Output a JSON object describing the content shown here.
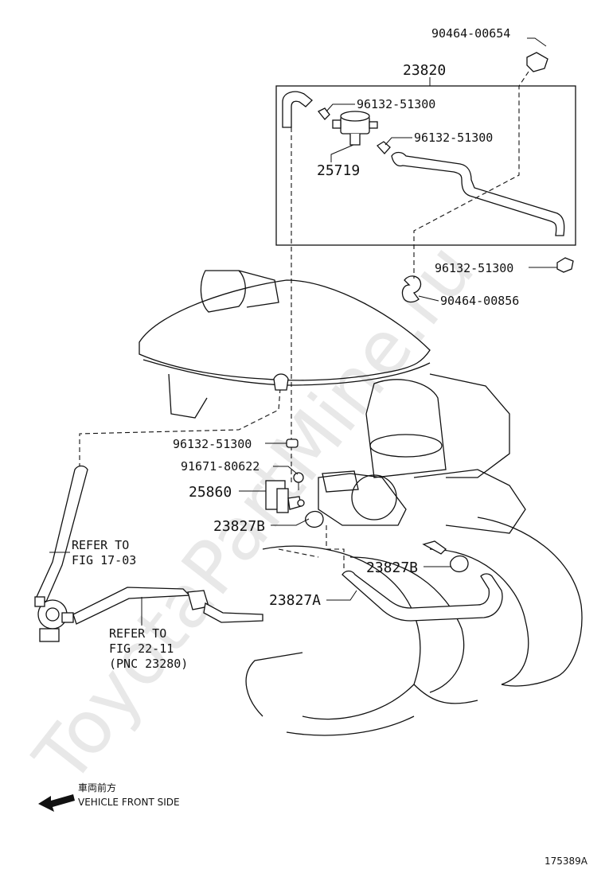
{
  "watermark": "ToyotaPartMine.ru",
  "figure_id": "175389A",
  "front_side": {
    "japanese": "車両前方",
    "english": "VEHICLE FRONT SIDE"
  },
  "callouts": {
    "p_90464_00654": "90464-00654",
    "p_23820": "23820",
    "p_96132_a": "96132-51300",
    "p_96132_b": "96132-51300",
    "p_25719": "25719",
    "p_96132_c": "96132-51300",
    "p_90464_00856": "90464-00856",
    "p_96132_d": "96132-51300",
    "p_91671_80622": "91671-80622",
    "p_25860": "25860",
    "p_23827b_1": "23827B",
    "p_23827b_2": "23827B",
    "p_23827a": "23827A"
  },
  "refer_1": {
    "line1": "REFER TO",
    "line2": "FIG 17-03"
  },
  "refer_2": {
    "line1": "REFER TO",
    "line2": "FIG 22-11",
    "line3": "(PNC 23280)"
  }
}
